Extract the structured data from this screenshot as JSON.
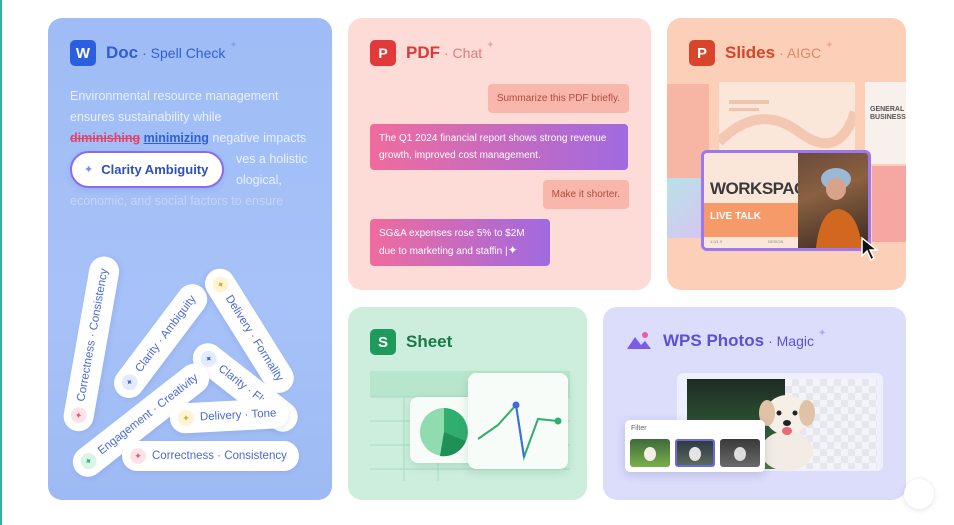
{
  "doc": {
    "icon_letter": "W",
    "title": "Doc",
    "subtitle": "· Spell Check",
    "text_line1": "Environmental resource management",
    "text_line2": "ensures sustainability while",
    "struck_word": "diminishing",
    "replacement_word": "minimizing",
    "text_after": " negative impacts",
    "text_line4": "ves a holistic",
    "text_line5": "ological,",
    "text_line6": "economic, and social factors to ensure",
    "suggestion_label": "Clarity Ambiguity",
    "tags": [
      {
        "label": "Correctness · Consistency"
      },
      {
        "label": "Clarity · Ambiguity"
      },
      {
        "label": "Delivery · Formality"
      },
      {
        "label": "Clarity · Fluency"
      },
      {
        "label": "Engagement · Creativity"
      },
      {
        "label": "Delivery · Tone"
      },
      {
        "label": "Correctness · Consistency"
      }
    ],
    "colors": {
      "accent": "#2f5fd6",
      "error": "#e2436a"
    }
  },
  "pdf": {
    "icon_letter": "P",
    "title": "PDF",
    "subtitle": "· Chat",
    "messages": [
      {
        "role": "user",
        "text": "Summarize this PDF briefly."
      },
      {
        "role": "ai",
        "text": "The Q1 2024 financial report shows strong revenue growth, improved cost management."
      },
      {
        "role": "user",
        "text": "Make it shorter."
      },
      {
        "role": "ai",
        "text": "SG&A expenses rose 5% to $2M due to marketing and staffin"
      }
    ]
  },
  "slides": {
    "icon_letter": "P",
    "title": "Slides",
    "subtitle": "· AIGC",
    "workspace_title": "WORKSPACE",
    "workspace_sub": "LIVE TALK",
    "slide_left_small": "1.0/1.0",
    "slide_right_small": "DESIGN",
    "thumb_text": "GENERAL BUSINESS"
  },
  "sheet": {
    "icon_letter": "S",
    "title": "Sheet"
  },
  "photos": {
    "title": "WPS Photos",
    "subtitle": "· Magic",
    "filter_label": "Filter"
  }
}
